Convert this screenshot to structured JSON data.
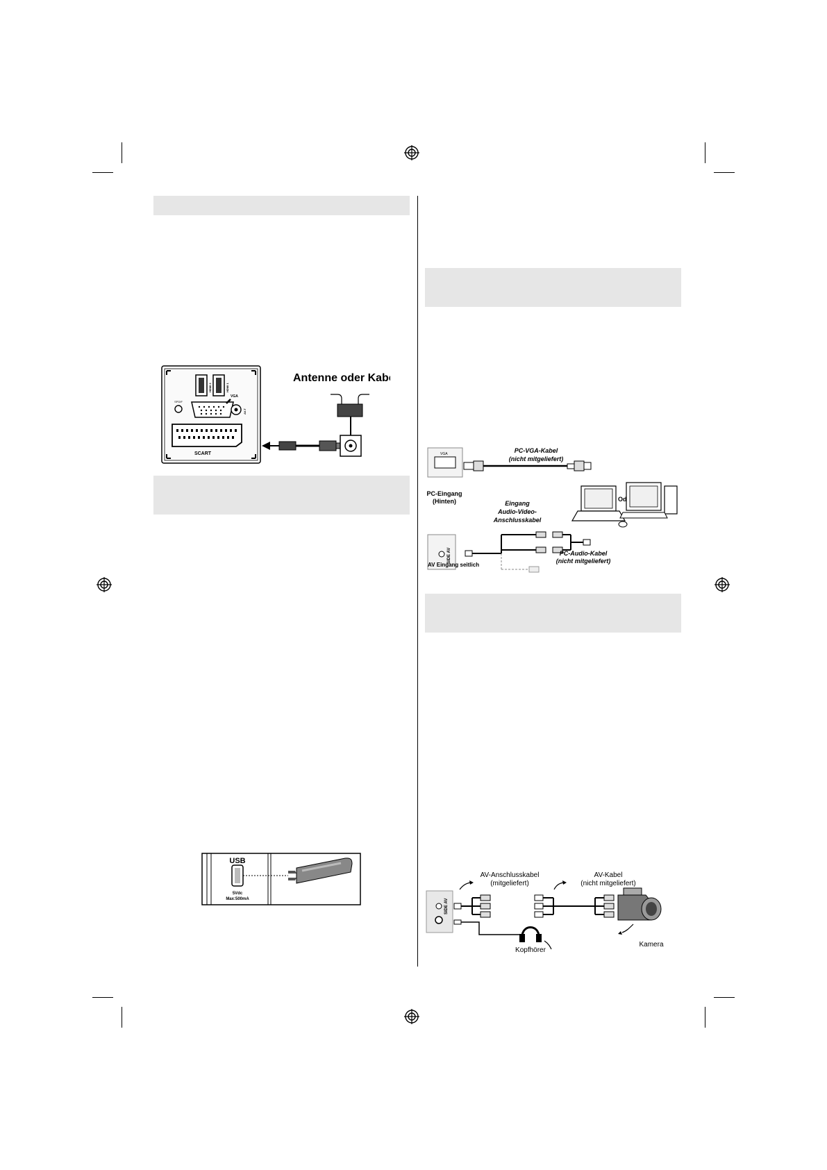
{
  "antenna_figure": {
    "title": "Antenne oder Kabel",
    "scart_label": "SCART",
    "vga_label": "VGA",
    "hdmi1_label": "HDMI 1",
    "hdmi2_label": "HDMI 2",
    "spdif_label": "SPDIF",
    "avt_label": "AV-T"
  },
  "pc_figure": {
    "vga_cable": [
      "PC-VGA-Kabel",
      "(nicht mitgeliefert)"
    ],
    "pc_input": [
      "PC-Eingang",
      "(Hinten)"
    ],
    "oder": "Oder",
    "av_cable": [
      "Eingang",
      "Audio-Video-",
      "Anschlusskabel"
    ],
    "pc_audio_cable": [
      "PC-Audio-Kabel",
      "(nicht mitgeliefert)"
    ],
    "side_av": "SIDE AV",
    "av_side_input": "AV Eingang seitlich",
    "vga_port": "VGA"
  },
  "usb_figure": {
    "usb_label": "USB",
    "spec": [
      "5Vdc",
      "Max:500mA"
    ]
  },
  "camera_figure": {
    "av_connect_cable": [
      "AV-Anschlusskabel",
      "(mitgeliefert)"
    ],
    "av_cable": [
      "AV-Kabel",
      "(nicht mitgeliefert)"
    ],
    "side_av": "SIDE AV",
    "headphones": "Kopfhörer",
    "camera": "Kamera"
  }
}
